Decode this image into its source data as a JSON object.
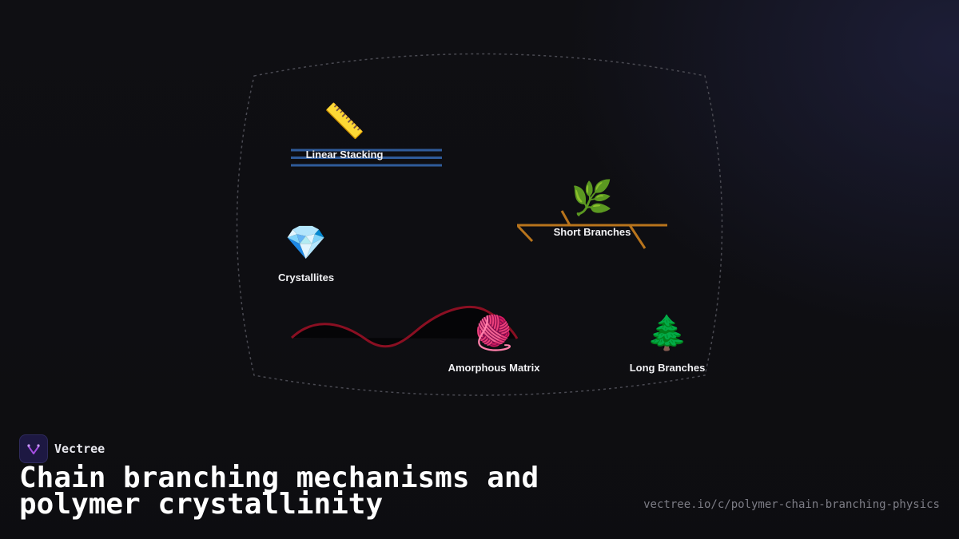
{
  "brand": {
    "name": "Vectree"
  },
  "title": "Chain branching mechanisms and polymer crystallinity",
  "url": "vectree.io/c/polymer-chain-branching-physics",
  "colors": {
    "background": "#0f0f13",
    "linear_lines": "#2f5b9a",
    "branch_lines": "#b8741c",
    "amorphous_curve": "#8a0f22",
    "boundary": "#4a4a52"
  },
  "nodes": [
    {
      "id": "linear",
      "label": "Linear Stacking",
      "icon": "straight-ruler-icon",
      "emoji": "📏"
    },
    {
      "id": "short",
      "label": "Short Branches",
      "icon": "herb-icon",
      "emoji": "🌿"
    },
    {
      "id": "crystal",
      "label": "Crystallites",
      "icon": "gem-icon",
      "emoji": "💎"
    },
    {
      "id": "amorphous",
      "label": "Amorphous Matrix",
      "icon": "yarn-icon",
      "emoji": "🧶"
    },
    {
      "id": "long",
      "label": "Long Branches",
      "icon": "evergreen-tree-icon",
      "emoji": "🌲"
    }
  ]
}
